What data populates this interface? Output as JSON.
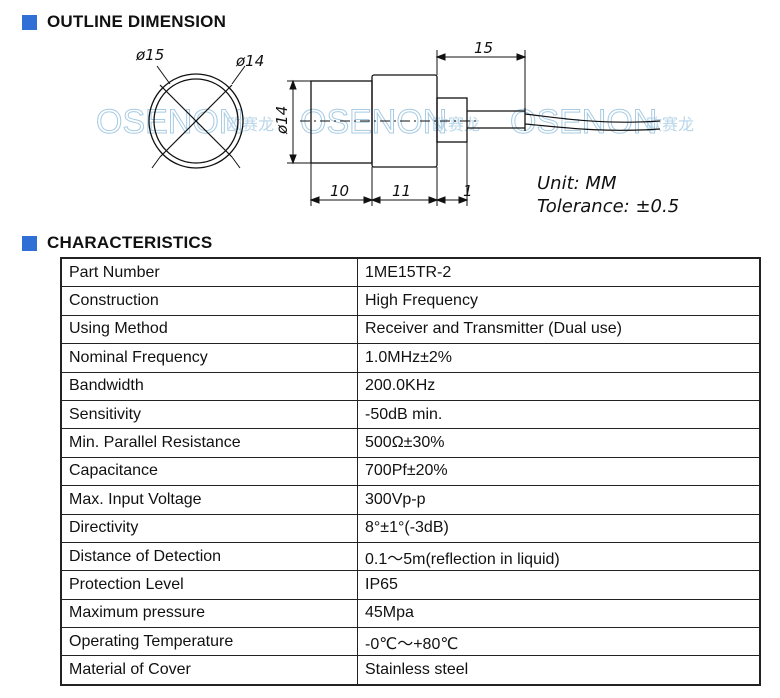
{
  "sections": {
    "outline": "OUTLINE DIMENSION",
    "characteristics": "CHARACTERISTICS"
  },
  "drawing": {
    "dia_outer": "ø15",
    "dia_inner": "ø14",
    "dia_side": "ø14",
    "len_cable": "15",
    "len_a": "10",
    "len_b": "11",
    "len_c": "1",
    "unit": "Unit: MM",
    "tolerance": "Tolerance: ±0.5",
    "watermark_text": "OSENON",
    "watermark_cn": "欧赛龙"
  },
  "specs": [
    {
      "key": "Part Number",
      "value": "1ME15TR-2"
    },
    {
      "key": "Construction",
      "value": "High Frequency"
    },
    {
      "key": "Using Method",
      "value": "Receiver and Transmitter (Dual use)"
    },
    {
      "key": "Nominal Frequency",
      "value": "1.0MHz±2%"
    },
    {
      "key": "Bandwidth",
      "value": "200.0KHz"
    },
    {
      "key": "Sensitivity",
      "value": "-50dB min."
    },
    {
      "key": "Min. Parallel Resistance",
      "value": "500Ω±30%"
    },
    {
      "key": "Capacitance",
      "value": "700Pf±20%"
    },
    {
      "key": "Max. Input Voltage",
      "value": "300Vp-p"
    },
    {
      "key": "Directivity",
      "value": "8°±1°(-3dB)"
    },
    {
      "key": "Distance of Detection",
      "value": "0.1～5m(reflection in liquid)"
    },
    {
      "key": "Protection Level",
      "value": "IP65"
    },
    {
      "key": "Maximum pressure",
      "value": "45Mpa"
    },
    {
      "key": "Operating Temperature",
      "value": "-0℃～+80℃"
    },
    {
      "key": "Material of Cover",
      "value": "Stainless steel"
    }
  ]
}
